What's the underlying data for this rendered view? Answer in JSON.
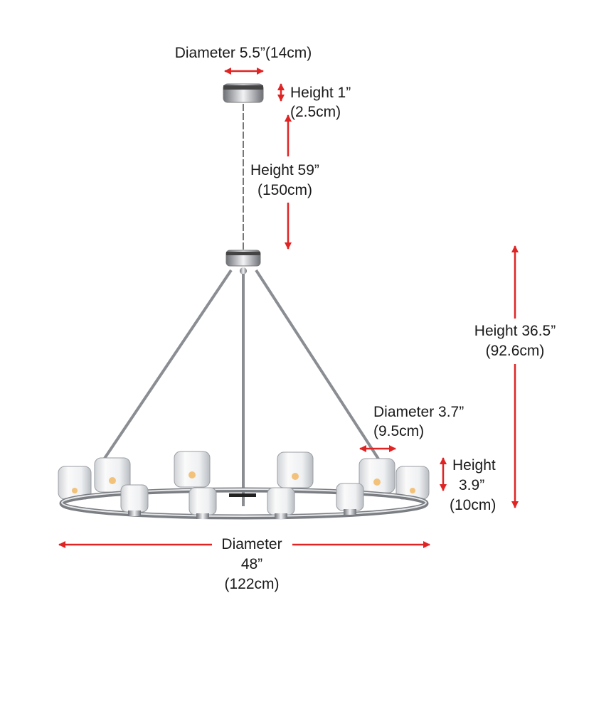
{
  "colors": {
    "arrow": "#e02424",
    "chrome": "#8a8d92",
    "text": "#1a1a1a"
  },
  "canopy": {
    "diameter_label": "Diameter 5.5”(14cm)",
    "height_label": "Height 1”",
    "height_metric": "(2.5cm)"
  },
  "chain": {
    "height_label": "Height 59”",
    "height_metric": "(150cm)"
  },
  "body": {
    "height_label": "Height 36.5”",
    "height_metric": "(92.6cm)",
    "diameter_label": "Diameter",
    "diameter_imperial": "48”",
    "diameter_metric": "(122cm)"
  },
  "shade": {
    "diameter_label": "Diameter 3.7”",
    "diameter_metric": "(9.5cm)",
    "height_label": "Height",
    "height_imperial": "3.9”",
    "height_metric": "(10cm)"
  }
}
